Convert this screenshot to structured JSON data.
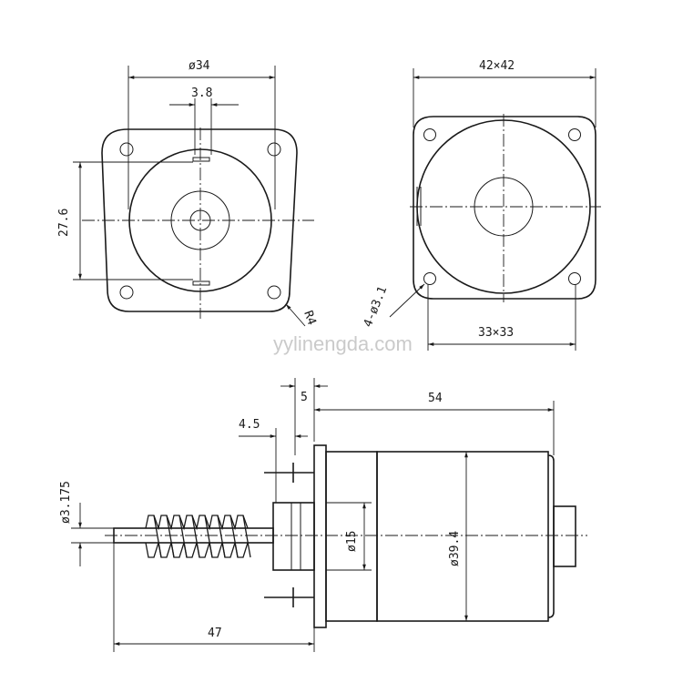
{
  "watermark": "yylinengda.com",
  "front_view": {
    "dia_34": "ø34",
    "shaft_offset_3_8": "3.8",
    "height_27_6": "27.6",
    "corner_radius": "R4"
  },
  "rear_view": {
    "size_42": "42×42",
    "holes": "4-ø3.1",
    "hole_spacing": "33×33"
  },
  "side_view": {
    "flange_5": "5",
    "body_54": "54",
    "dim_4_5": "4.5",
    "shaft_dia": "ø3.175",
    "boss_dia": "ø15",
    "body_dia": "ø39.4",
    "shaft_len": "47"
  }
}
